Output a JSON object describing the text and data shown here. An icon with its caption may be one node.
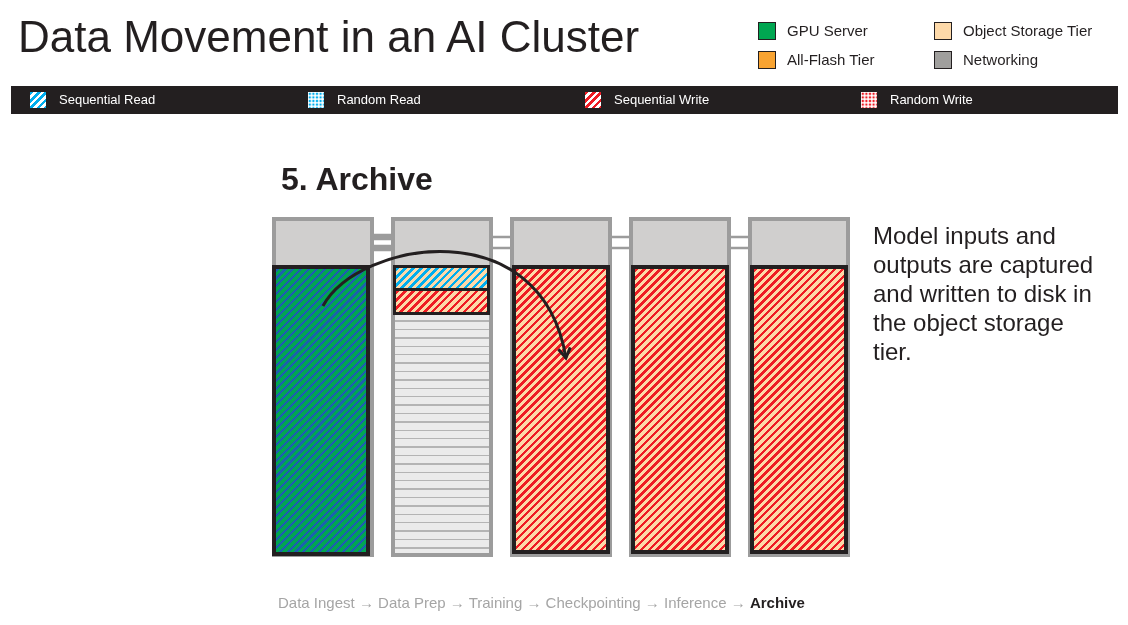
{
  "diagram": {
    "title": "Data Movement in an AI Cluster",
    "nodes": [
      {
        "text": [],
        "shape": "box"
      },
      {
        "text": [],
        "shape": "box",
        "in": 0
      },
      {
        "text": [],
        "shape": "box"
      },
      {
        "text": [],
        "shape": "box",
        "in": 2
      },
      {
        "text": [],
        "shape": "box",
        "in": 2
      },
      {
        "text": [],
        "shape": "box"
      },
      {
        "text": [],
        "shape": "box",
        "in": 5
      },
      {
        "text": [],
        "shape": "box"
      },
      {
        "text": [],
        "shape": "box",
        "in": 7
      },
      {
        "text": [],
        "shape": "box"
      },
      {
        "text": [],
        "shape": "box",
        "in": 9
      }
    ],
    "edges": [
      {
        "from": 0,
        "to": 2,
        "arrow": "none",
        "style": "thick"
      },
      {
        "from": 2,
        "to": 5,
        "arrow": "none"
      },
      {
        "from": 5,
        "to": 7,
        "arrow": "none"
      },
      {
        "from": 7,
        "to": 9,
        "arrow": "none"
      },
      {
        "from": 1,
        "to": 6,
        "arrow": "to",
        "color": "#231f20"
      }
    ],
    "labels": [
      "5. Archive",
      "Model inputs and outputs are captured and written to disk in the object storage tier.",
      "Data Ingest → Data Prep → Training → Checkpointing → Inference → **Archive**"
    ],
    "legend": [
      {
        "text": "GPU Server",
        "color": "#00a651"
      },
      {
        "text": "Object Storage Tier",
        "color": "#fdd9a9"
      },
      {
        "text": "All-Flash Tier",
        "color": "#f8a331"
      },
      {
        "text": "Networking",
        "color": "#a09f9d"
      },
      {
        "text": "Sequential Read"
      },
      {
        "text": "Random Read"
      },
      {
        "text": "Sequential Write"
      },
      {
        "text": "Random Write"
      }
    ]
  }
}
